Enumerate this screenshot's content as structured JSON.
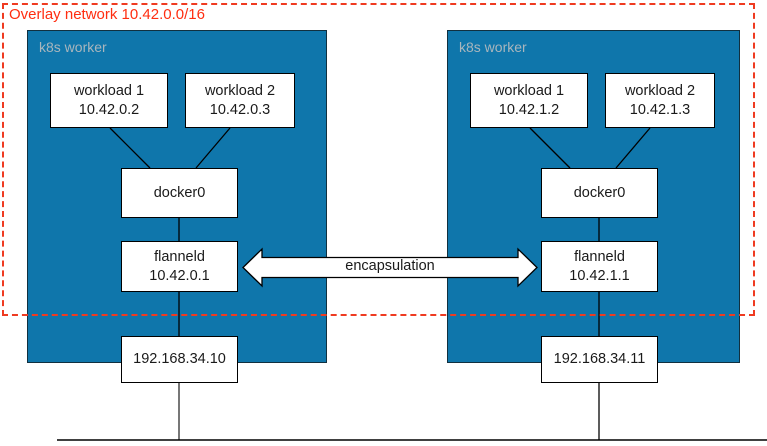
{
  "diagram": {
    "overlay": {
      "label": "Overlay network 10.42.0.0/16",
      "border_color": "#ef3b21"
    },
    "worker_color": "#0f76ab",
    "worker_label_color": "#a9b6bd",
    "encapsulation_label": "encapsulation",
    "workers": [
      {
        "title": "k8s worker",
        "workloads": [
          {
            "name": "workload 1",
            "ip": "10.42.0.2"
          },
          {
            "name": "workload 2",
            "ip": "10.42.0.3"
          }
        ],
        "bridge": {
          "name": "docker0"
        },
        "flannel": {
          "name": "flanneld",
          "ip": "10.42.0.1"
        },
        "host": {
          "ip": "192.168.34.10"
        }
      },
      {
        "title": "k8s worker",
        "workloads": [
          {
            "name": "workload 1",
            "ip": "10.42.1.2"
          },
          {
            "name": "workload 2",
            "ip": "10.42.1.3"
          }
        ],
        "bridge": {
          "name": "docker0"
        },
        "flannel": {
          "name": "flanneld",
          "ip": "10.42.1.1"
        },
        "host": {
          "ip": "192.168.34.11"
        }
      }
    ]
  }
}
